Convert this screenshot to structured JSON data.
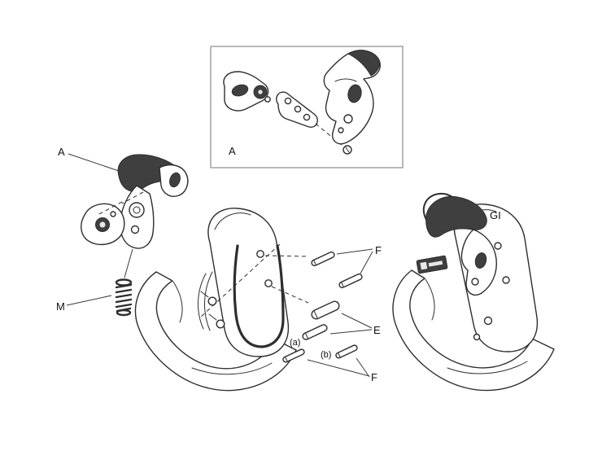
{
  "figure": {
    "background": "#ffffff",
    "labels": {
      "inset": "A",
      "latch_assembly": "A",
      "spring": "M",
      "upper_pins": "F",
      "middle_pins": "E",
      "lower_pins": "F",
      "pin_a": "(a)",
      "pin_b": "(b)",
      "assembled_hook": "GI"
    },
    "colors": {
      "line": "#2e2e2e",
      "dark": "#3f3f3f",
      "box_border": "#8a8a8a",
      "label_text": "#111111"
    }
  }
}
